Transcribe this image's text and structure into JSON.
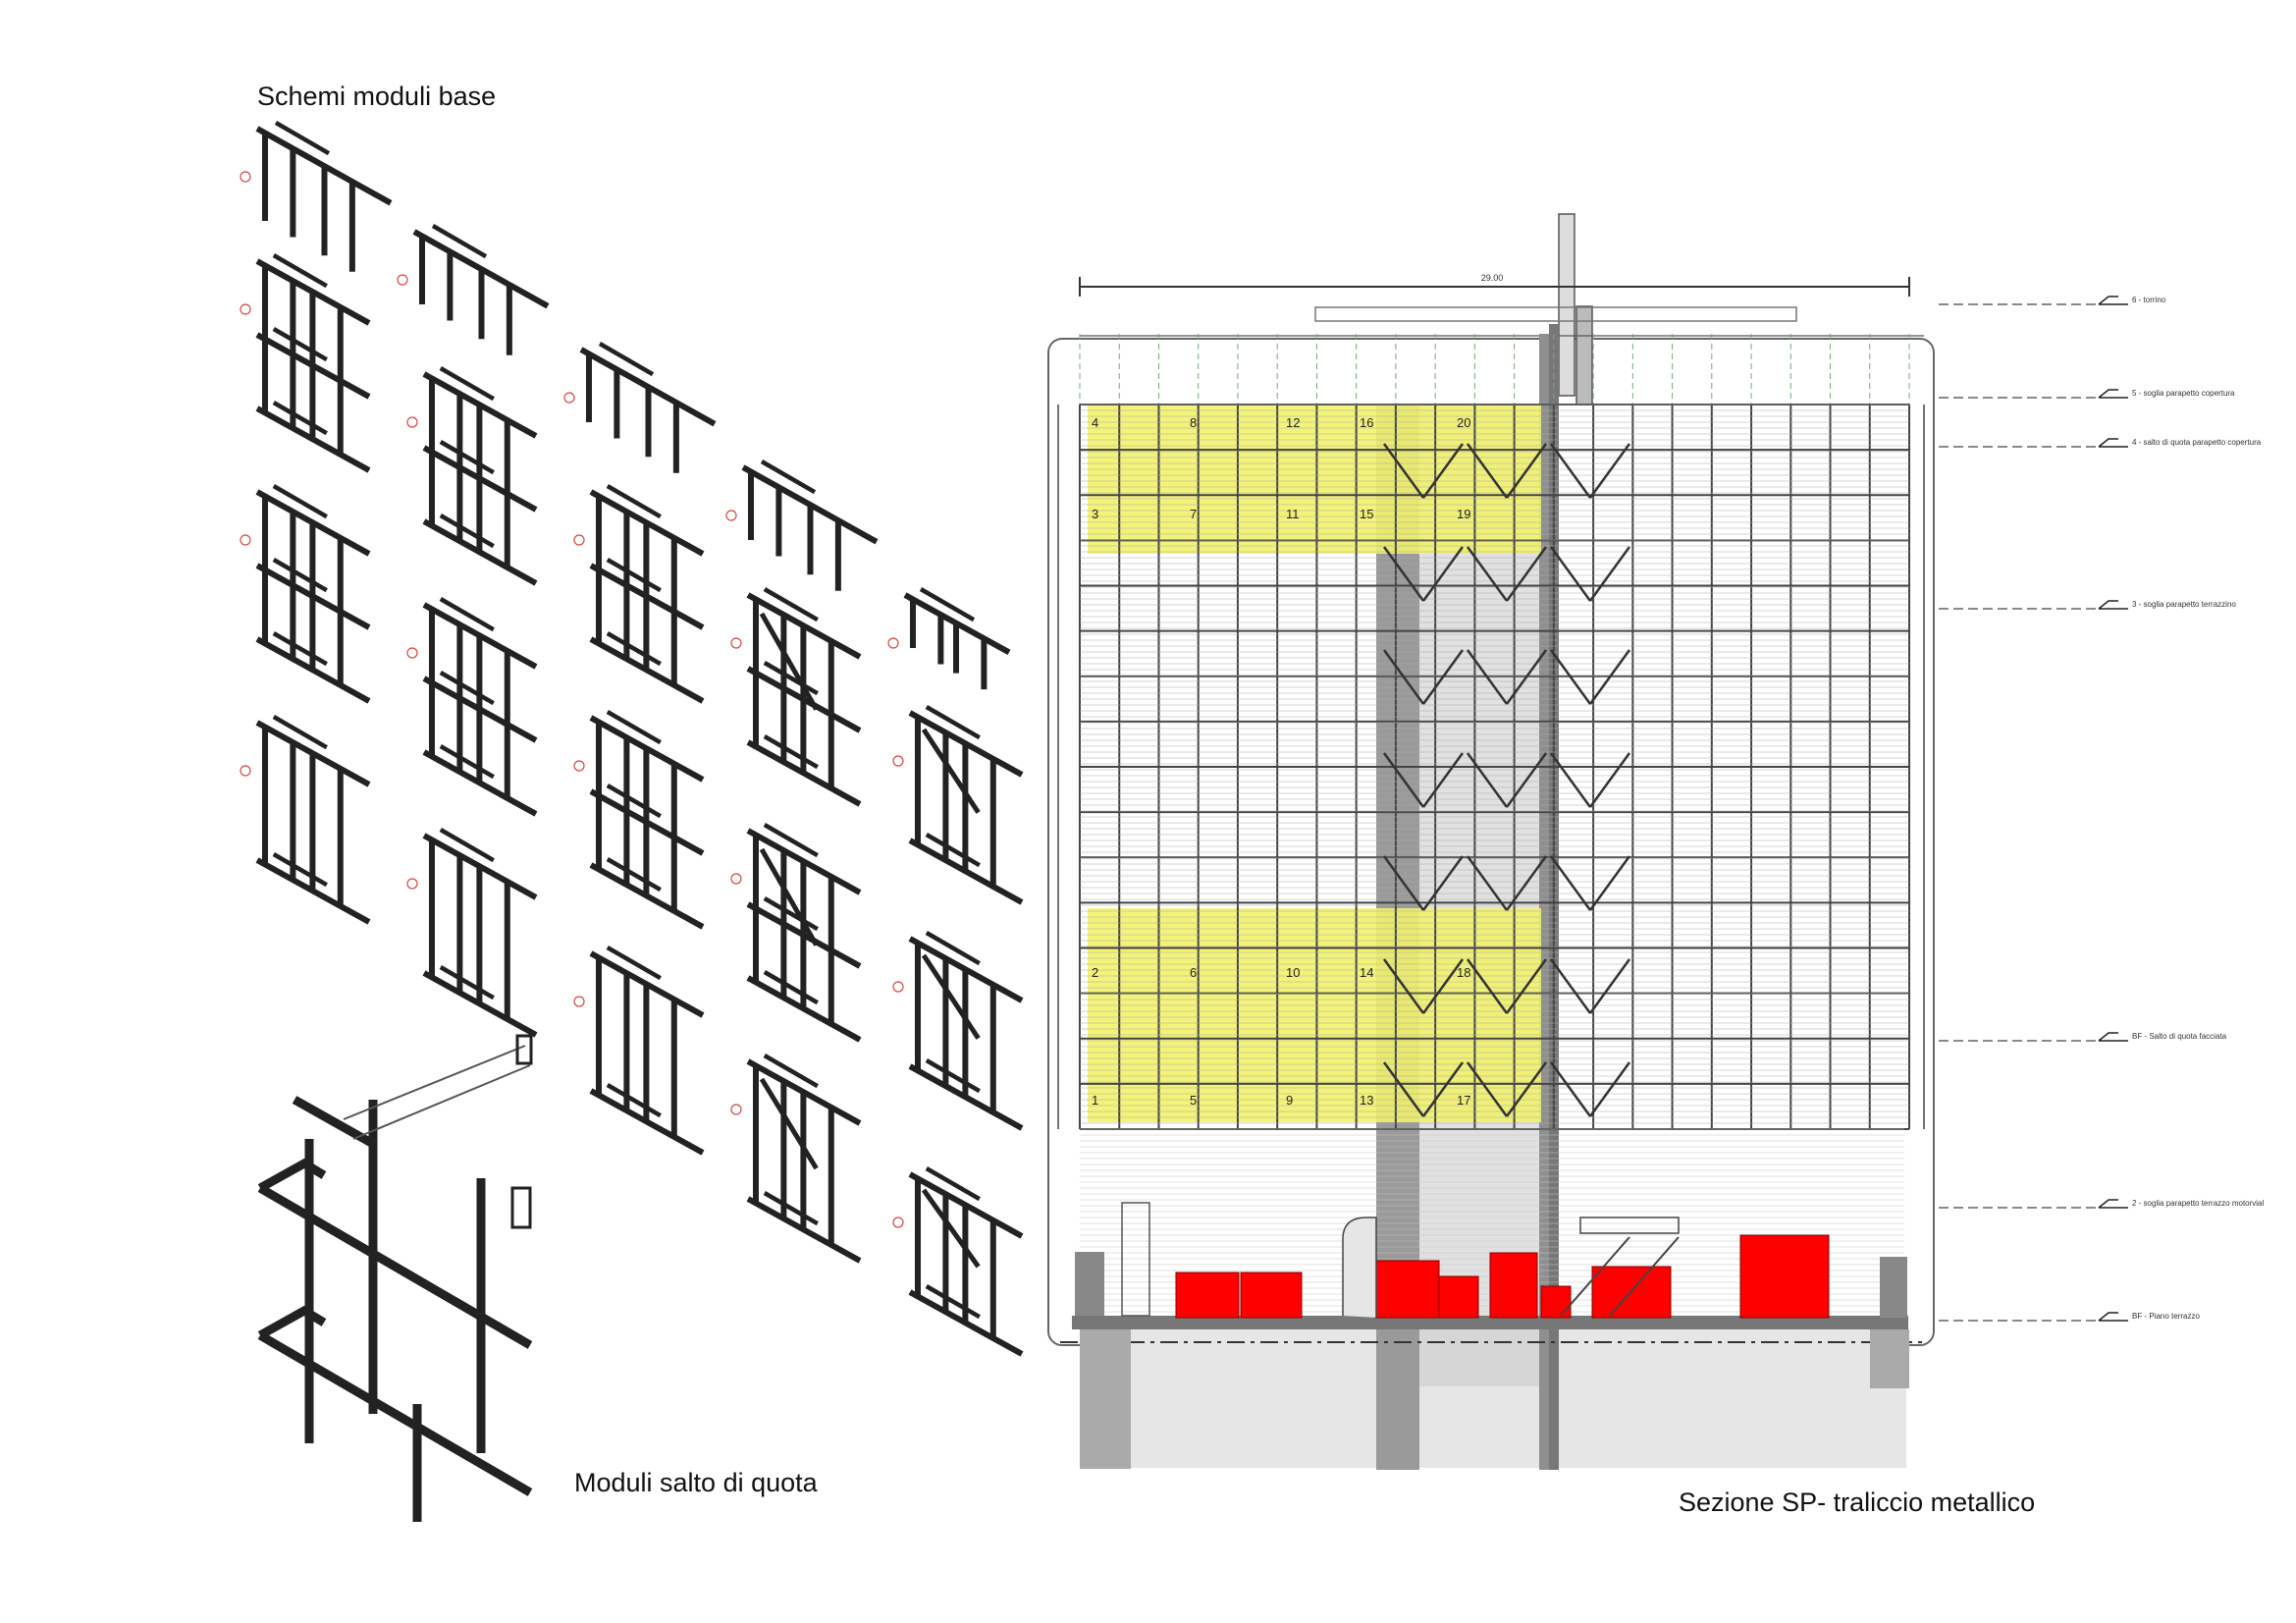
{
  "captions": {
    "base": "Schemi moduli base",
    "salto": "Moduli salto di quota",
    "section": "Sezione SP-  traliccio metallico"
  },
  "colors": {
    "highlight": "#f2f26b",
    "equipment": "#ff0000",
    "core": "#9a9a9a",
    "line": "#222222"
  },
  "section": {
    "overall_dimension": "29.00",
    "panel_numbers_top": [
      "4",
      "8",
      "12",
      "16",
      "20",
      "3",
      "7",
      "11",
      "15",
      "19"
    ],
    "panel_numbers_bottom": [
      "2",
      "6",
      "10",
      "14",
      "18",
      "1",
      "5",
      "9",
      "13",
      "17"
    ],
    "levels": [
      "6 - torrino",
      "5 - soglia parapetto copertura",
      "4 - salto di quota parapetto copertura",
      "3 - soglia parapetto terrazzino",
      "BF - Salto di quota facciata",
      "2 - soglia parapetto terrazzo motorvial",
      "BF - Piano terrazzo"
    ]
  }
}
